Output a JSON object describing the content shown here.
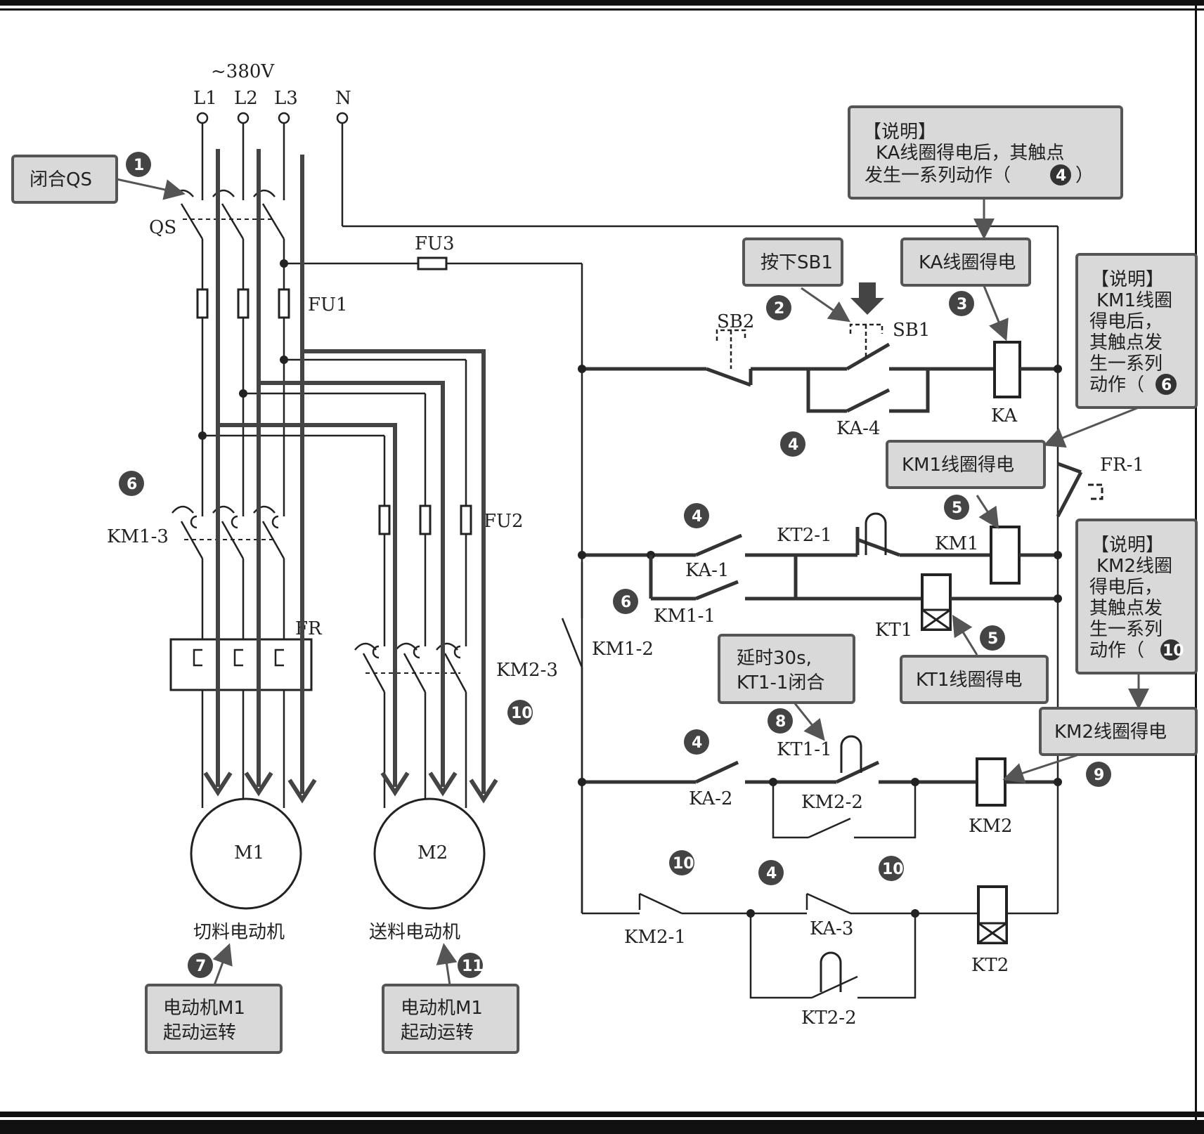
{
  "supply": {
    "voltage": "~380V",
    "phases": [
      "L1",
      "L2",
      "L3"
    ],
    "neutral": "N"
  },
  "components": {
    "qs": "QS",
    "fu1": "FU1",
    "fu2": "FU2",
    "fu3": "FU3",
    "km1_3": "KM1-3",
    "km2_3": "KM2-3",
    "fr": "FR",
    "m1": "M1",
    "m2": "M2",
    "m1_name": "切料电动机",
    "m2_name": "送料电动机",
    "sb1": "SB1",
    "sb2": "SB2",
    "ka": "KA",
    "ka_4": "KA-4",
    "fr_1": "FR-1",
    "km1": "KM1",
    "km1_1": "KM1-1",
    "km1_2": "KM1-2",
    "ka_1": "KA-1",
    "kt2_1": "KT2-1",
    "kt1": "KT1",
    "kt1_1": "KT1-1",
    "ka_2": "KA-2",
    "km2_2": "KM2-2",
    "km2": "KM2",
    "km2_1": "KM2-1",
    "ka_3": "KA-3",
    "kt2_2": "KT2-2",
    "kt2": "KT2"
  },
  "callouts": {
    "close_qs": "闭合QS",
    "press_sb1": "按下SB1",
    "ka_energized": "KA线圈得电",
    "km1_energized": "KM1线圈得电",
    "kt1_energized": "KT1线圈得电",
    "km2_energized": "KM2线圈得电",
    "delay_line1": "延时30s,",
    "delay_line2": "KT1-1闭合",
    "m1_start_line1": "电动机M1",
    "m1_start_line2": "起动运转",
    "m2_start_line1": "电动机M1",
    "m2_start_line2": "起动运转"
  },
  "notes": {
    "title": "【说明】",
    "ka_note_line1": "KA线圈得电后，其触点",
    "ka_note_line2": "发生一系列动作（",
    "ka_note_badge": "4",
    "ka_note_end": "）",
    "km1_note_lines": [
      "KM1线圈",
      "得电后，",
      "其触点发",
      "生一系列",
      "动作（"
    ],
    "km1_note_badge": "6",
    "km2_note_lines": [
      "KM2线圈",
      "得电后，",
      "其触点发",
      "生一系列",
      "动作（"
    ],
    "km2_note_badge": "10",
    "note_end": "）"
  },
  "steps": [
    "1",
    "2",
    "3",
    "4",
    "5",
    "6",
    "7",
    "8",
    "9",
    "10",
    "11"
  ]
}
